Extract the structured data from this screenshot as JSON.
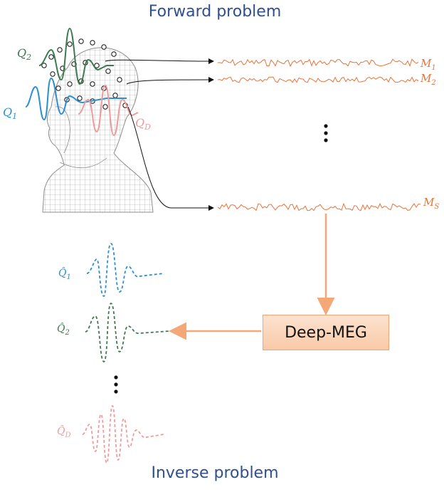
{
  "titles": {
    "forward": "Forward problem",
    "inverse": "Inverse problem"
  },
  "sources": [
    {
      "label": "Q",
      "sub": "2",
      "color": "#3d7a4f"
    },
    {
      "label": "Q",
      "sub": "1",
      "color": "#2e8fd0"
    },
    {
      "label": "Q",
      "sub": "D",
      "color": "#f19a9a"
    }
  ],
  "measurements": [
    {
      "label": "M",
      "sub": "1"
    },
    {
      "label": "M",
      "sub": "2"
    },
    {
      "label": "M",
      "sub": "S"
    }
  ],
  "estimates": [
    {
      "label": "Q̂",
      "sub": "1",
      "color": "#2e8fd0"
    },
    {
      "label": "Q̂",
      "sub": "2",
      "color": "#3d7a4f"
    },
    {
      "label": "Q̂",
      "sub": "D",
      "color": "#f19a9a"
    }
  ],
  "model": {
    "label": "Deep-MEG"
  },
  "colors": {
    "title": "#2f4f8f",
    "signal": "#e8733a",
    "arrow": "#f4a877"
  }
}
